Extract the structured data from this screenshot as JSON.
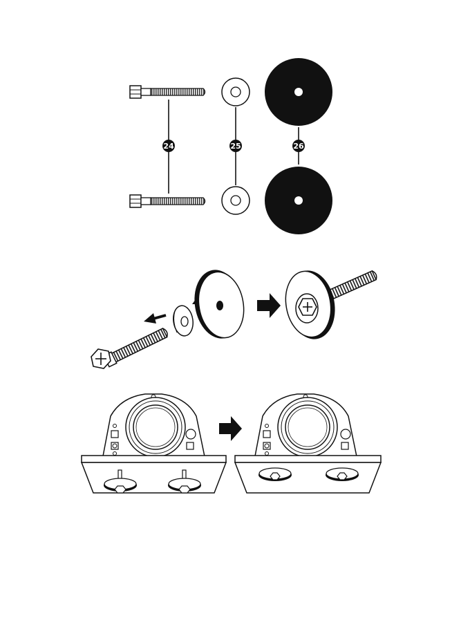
{
  "colors": {
    "ink": "#111111",
    "paper": "#ffffff",
    "light_gray": "#e6e6e6"
  },
  "parts": {
    "bolt": {
      "number": "24",
      "icon": "hex-bolt-icon"
    },
    "washer": {
      "number": "25",
      "icon": "flat-washer-icon"
    },
    "rubber_pad": {
      "number": "26",
      "icon": "rubber-pad-icon"
    }
  },
  "steps": {
    "assembly_arrow_icon": "right-arrow-icon",
    "install_arrow_icon": "right-arrow-icon"
  }
}
